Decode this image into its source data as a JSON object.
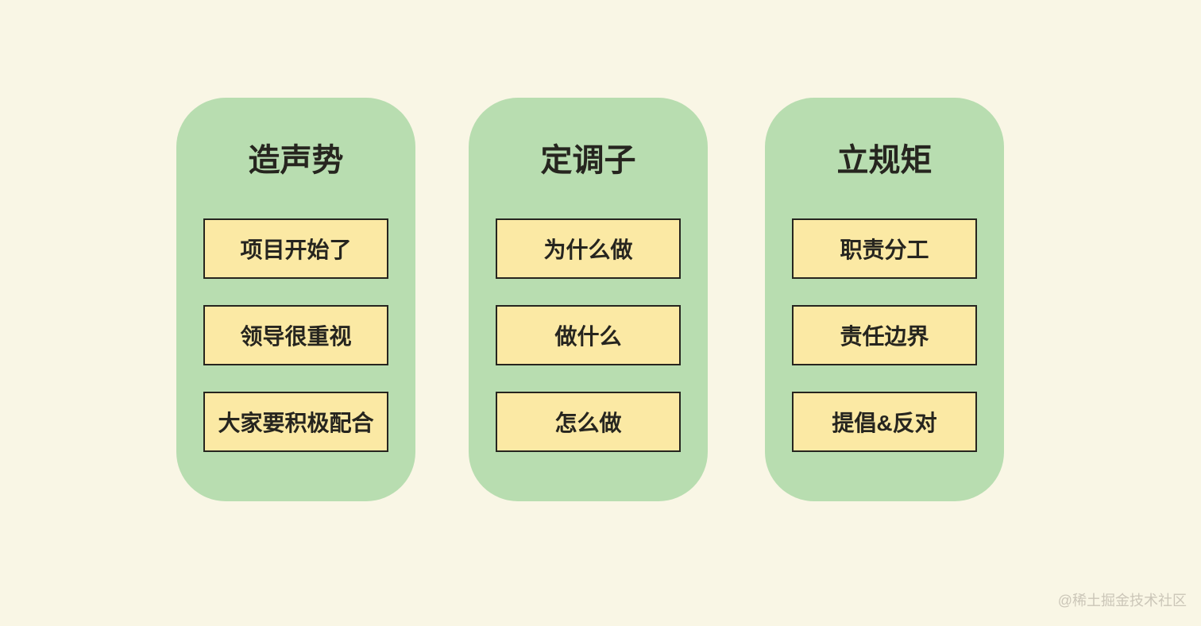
{
  "diagram": {
    "columns": [
      {
        "title": "造声势",
        "items": [
          "项目开始了",
          "领导很重视",
          "大家要积极配合"
        ]
      },
      {
        "title": "定调子",
        "items": [
          "为什么做",
          "做什么",
          "怎么做"
        ]
      },
      {
        "title": "立规矩",
        "items": [
          "职责分工",
          "责任边界",
          "提倡&反对"
        ]
      }
    ]
  },
  "watermark": "@稀土掘金技术社区",
  "colors": {
    "background": "#f9f6e5",
    "card_green": "#b8ddb0",
    "box_yellow": "#fbe9a4",
    "ink": "#26251f",
    "watermark_gray": "#cbc6b8"
  }
}
